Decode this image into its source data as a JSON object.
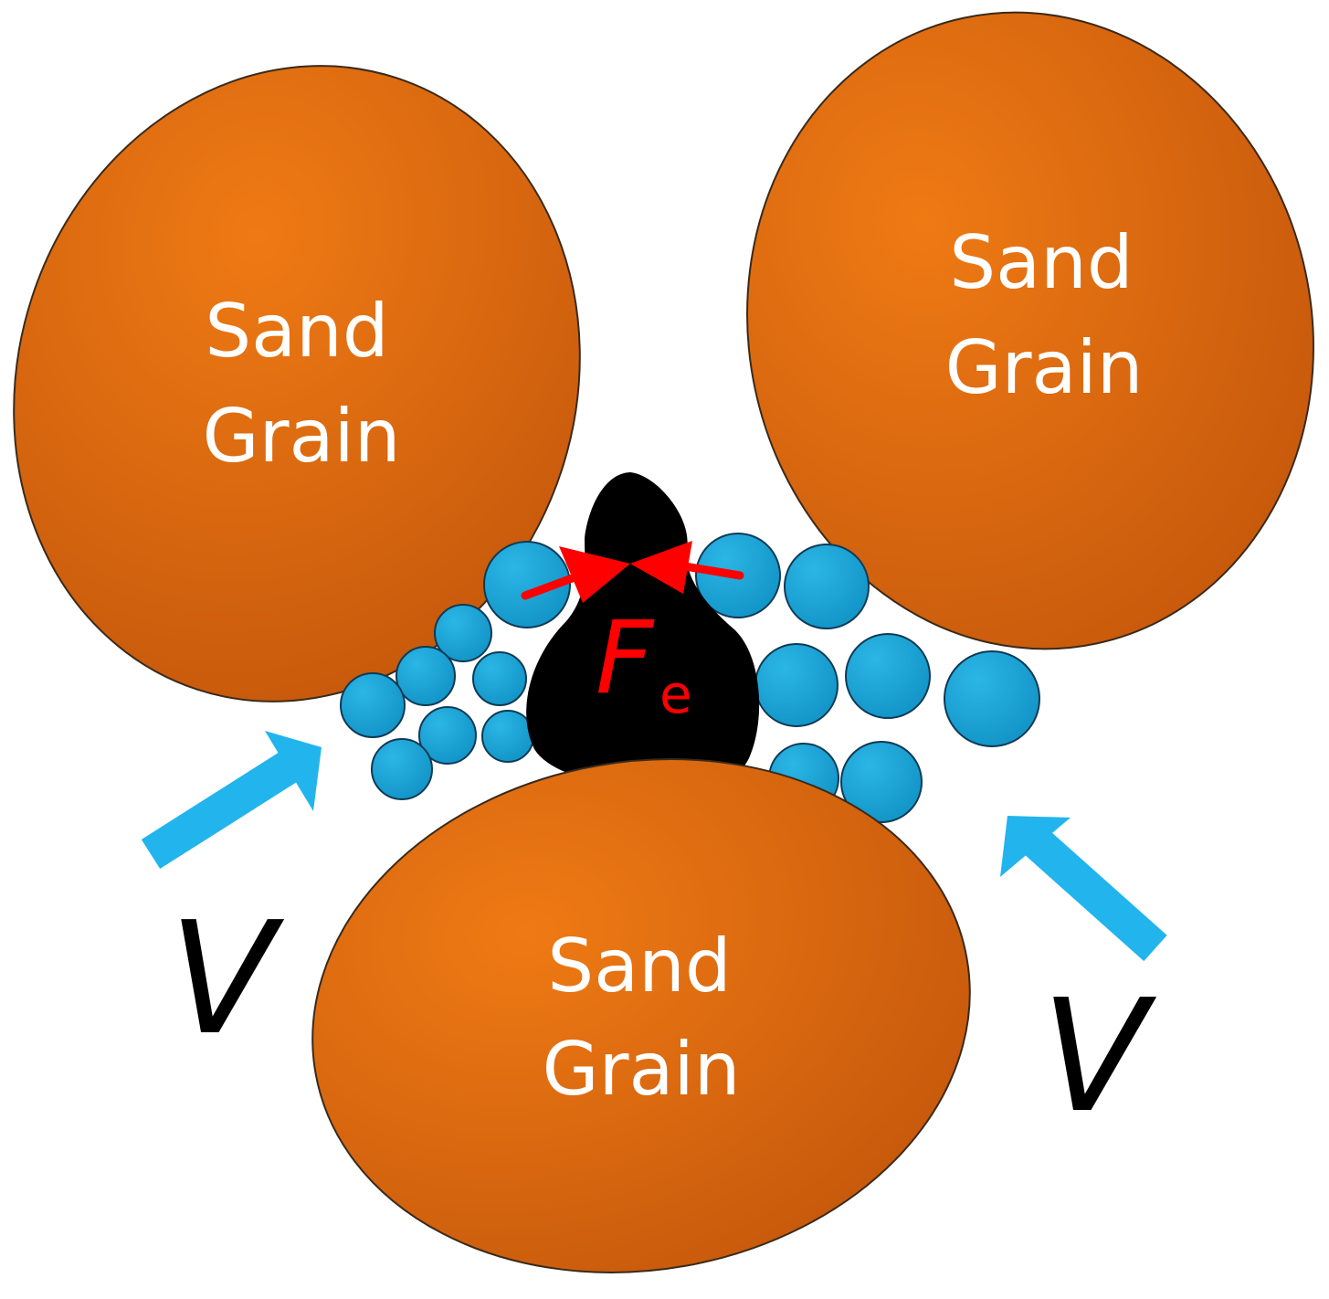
{
  "colors": {
    "grain_fill": "#e36c0a",
    "grain_shade": "#c55a0a",
    "grain_stroke": "#3a2a1a",
    "water_fill": "#1fa3d6",
    "water_stroke": "#0f3a55",
    "particle_fill": "#000000",
    "force_arrow": "#ff0000",
    "flow_arrow": "#22b4ec",
    "label_text": "#ffffff"
  },
  "grains": {
    "top_left": {
      "line1": "Sand",
      "line2": "Grain"
    },
    "top_right": {
      "line1": "Sand",
      "line2": "Grain"
    },
    "bottom": {
      "line1": "Sand",
      "line2": "Grain"
    }
  },
  "force_label": {
    "main": "F",
    "sub": "e"
  },
  "flow_labels": {
    "left": "V",
    "right": "V"
  }
}
